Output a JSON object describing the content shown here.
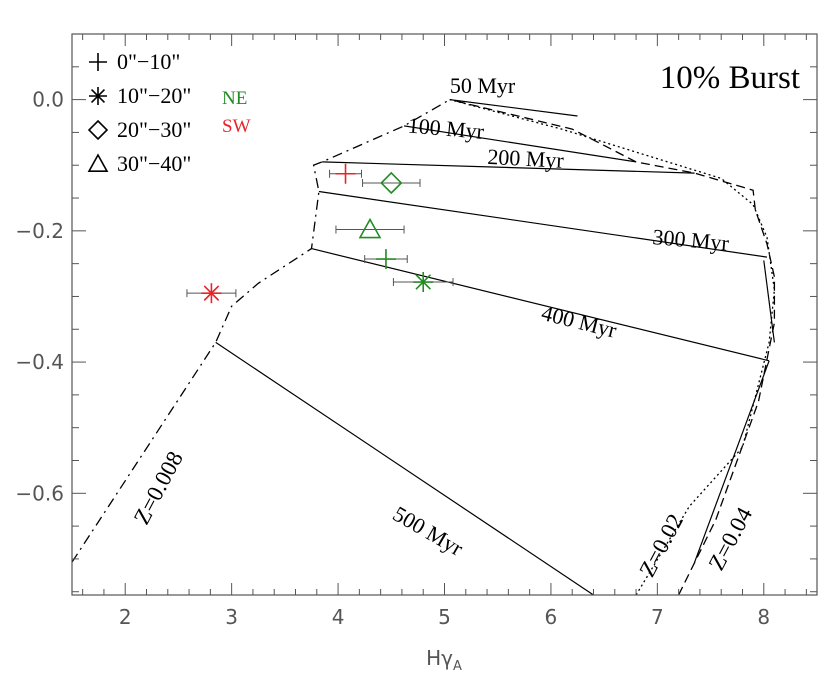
{
  "chart_data": {
    "type": "scatter",
    "title": "10% Burst",
    "xlabel": "Hγ_A",
    "ylabel": "",
    "xlim": [
      1.5,
      8.5
    ],
    "ylim": [
      -0.755,
      0.1
    ],
    "grid": false,
    "x_ticks": [
      2,
      3,
      4,
      5,
      6,
      7,
      8
    ],
    "y_ticks": [
      0.0,
      -0.2,
      -0.4,
      -0.6
    ],
    "x_tick_labels": [
      "2",
      "3",
      "4",
      "5",
      "6",
      "7",
      "8"
    ],
    "y_tick_labels": [
      "0.0",
      "−0.2",
      "−0.4",
      "−0.6"
    ],
    "legend": {
      "placement": "top-left",
      "symbol_items": [
        {
          "marker": "plus",
          "label": "0\"−10\""
        },
        {
          "marker": "asterisk",
          "label": "10\"−20\""
        },
        {
          "marker": "diamond",
          "label": "20\"−30\""
        },
        {
          "marker": "triangle",
          "label": "30\"−40\""
        }
      ],
      "color_items": [
        {
          "label": "NE",
          "color": "#228b22"
        },
        {
          "label": "SW",
          "color": "#e8242a"
        }
      ]
    },
    "series": [
      {
        "name": "NE",
        "color": "#228b22",
        "points": [
          {
            "marker": "plus",
            "x": 4.45,
            "y": -0.243,
            "xerr": 0.2
          },
          {
            "marker": "asterisk",
            "x": 4.8,
            "y": -0.278,
            "xerr": 0.28
          },
          {
            "marker": "diamond",
            "x": 4.5,
            "y": -0.127,
            "xerr": 0.27
          },
          {
            "marker": "triangle",
            "x": 4.3,
            "y": -0.198,
            "xerr": 0.32
          }
        ]
      },
      {
        "name": "SW",
        "color": "#e8242a",
        "points": [
          {
            "marker": "plus",
            "x": 4.07,
            "y": -0.113,
            "xerr": 0.15
          },
          {
            "marker": "asterisk",
            "x": 2.81,
            "y": -0.295,
            "xerr": 0.23
          }
        ]
      }
    ],
    "metallicity_tracks": [
      {
        "label": "Z=0.008",
        "style": "dash-dot",
        "points": [
          [
            1.5,
            -0.705
          ],
          [
            2.85,
            -0.37
          ],
          [
            3.0,
            -0.315
          ],
          [
            3.25,
            -0.28
          ],
          [
            3.75,
            -0.227
          ],
          [
            3.82,
            -0.14
          ],
          [
            3.77,
            -0.1
          ],
          [
            3.85,
            -0.095
          ],
          [
            4.62,
            -0.04
          ],
          [
            5.05,
            0.0
          ]
        ]
      },
      {
        "label": "Z=0.02",
        "style": "dotted",
        "points": [
          [
            6.8,
            -0.755
          ],
          [
            7.3,
            -0.62
          ],
          [
            7.8,
            -0.53
          ],
          [
            8.05,
            -0.37
          ],
          [
            8.1,
            -0.29
          ],
          [
            8.03,
            -0.21
          ],
          [
            7.9,
            -0.16
          ],
          [
            7.6,
            -0.12
          ],
          [
            7.0,
            -0.09
          ],
          [
            6.1,
            -0.045
          ],
          [
            5.05,
            0.0
          ]
        ]
      },
      {
        "label": "Z=0.04",
        "style": "dashed",
        "points": [
          [
            7.2,
            -0.755
          ],
          [
            7.55,
            -0.64
          ],
          [
            7.95,
            -0.46
          ],
          [
            8.1,
            -0.34
          ],
          [
            8.1,
            -0.27
          ],
          [
            8.03,
            -0.22
          ],
          [
            7.92,
            -0.168
          ],
          [
            7.9,
            -0.138
          ],
          [
            7.35,
            -0.112
          ],
          [
            6.8,
            -0.095
          ],
          [
            6.2,
            -0.045
          ],
          [
            5.05,
            0.0
          ]
        ]
      }
    ],
    "age_lines": [
      {
        "label": "50 Myr",
        "points": [
          [
            5.05,
            0.0
          ],
          [
            6.25,
            -0.025
          ]
        ]
      },
      {
        "label": "100 Myr",
        "points": [
          [
            4.62,
            -0.04
          ],
          [
            6.8,
            -0.095
          ]
        ]
      },
      {
        "label": "200 Myr",
        "points": [
          [
            3.85,
            -0.095
          ],
          [
            7.35,
            -0.112
          ]
        ]
      },
      {
        "label": "300 Myr",
        "points": [
          [
            3.82,
            -0.14
          ],
          [
            8.03,
            -0.24
          ]
        ]
      },
      {
        "label": "400 Myr",
        "points": [
          [
            3.75,
            -0.227
          ],
          [
            8.05,
            -0.398
          ]
        ]
      },
      {
        "label": "500 Myr",
        "points": [
          [
            2.85,
            -0.37
          ],
          [
            6.4,
            -0.755
          ]
        ]
      },
      {
        "label": "",
        "points": [
          [
            7.35,
            -0.705
          ],
          [
            8.05,
            -0.398
          ]
        ]
      },
      {
        "label": "",
        "points": [
          [
            8.0,
            -0.245
          ],
          [
            8.1,
            -0.37
          ]
        ]
      }
    ],
    "annotations": [
      {
        "text": "50 Myr",
        "x": 5.05,
        "y": 0.01,
        "angle": 0,
        "size": 22
      },
      {
        "text": "100 Myr",
        "x": 4.65,
        "y": -0.05,
        "angle": 5,
        "size": 22
      },
      {
        "text": "200 Myr",
        "x": 5.4,
        "y": -0.098,
        "angle": 3,
        "size": 22
      },
      {
        "text": "300 Myr",
        "x": 6.95,
        "y": -0.22,
        "angle": 5,
        "size": 22
      },
      {
        "text": "400 Myr",
        "x": 5.9,
        "y": -0.335,
        "angle": 14,
        "size": 22
      },
      {
        "text": "500 Myr",
        "x": 4.5,
        "y": -0.638,
        "angle": 30,
        "size": 22
      },
      {
        "text": "Z=0.008",
        "x": 2.2,
        "y": -0.65,
        "angle": -62,
        "size": 23
      },
      {
        "text": "Z=0.02",
        "x": 6.95,
        "y": -0.73,
        "angle": -62,
        "size": 23
      },
      {
        "text": "Z=0.04",
        "x": 7.6,
        "y": -0.72,
        "angle": -62,
        "size": 23
      }
    ]
  }
}
